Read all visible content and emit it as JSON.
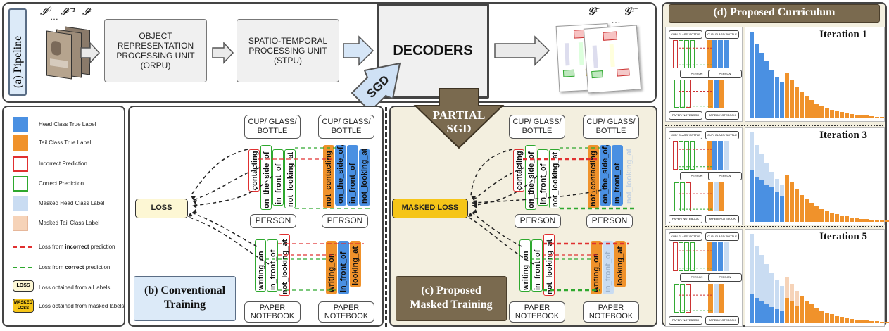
{
  "pipeline": {
    "label": "(a) Pipeline",
    "frame_labels": [
      "𝓘⁰",
      "…",
      "𝓘ᵗ⁻¹",
      "𝓘ᵗ"
    ],
    "orpu": "OBJECT REPRESENTATION PROCESSING UNIT (ORPU)",
    "stpu": "SPATIO-TEMPORAL PROCESSING UNIT (STPU)",
    "decoders": "DECODERS",
    "graph_labels": [
      "𝓖ᵗ̄",
      "…",
      "𝓖ᵀ̄"
    ],
    "sgd": "SGD",
    "partial_sgd_1": "PARTIAL",
    "partial_sgd_2": "SGD"
  },
  "legend": [
    {
      "label": "Head Class True Label",
      "kind": "head"
    },
    {
      "label": "Tail Class True Label",
      "kind": "tail"
    },
    {
      "label": "Incorrect Prediction",
      "kind": "incorrect"
    },
    {
      "label": "Correct Prediction",
      "kind": "correct"
    },
    {
      "label": "Masked Head Class Label",
      "kind": "masked-head"
    },
    {
      "label": "Masked Tail Class Label",
      "kind": "masked-tail"
    },
    {
      "label_prefix": "Loss from ",
      "label_bold": "incorrect",
      "label_suffix": " prediction",
      "kind": "loss-incorrect"
    },
    {
      "label_prefix": "Loss from ",
      "label_bold": "correct",
      "label_suffix": " prediction",
      "kind": "loss-correct"
    },
    {
      "label": "Loss obtained from all labels",
      "kind": "loss-all",
      "badge": "LOSS"
    },
    {
      "label": "Loss obtained from masked labels",
      "kind": "loss-masked",
      "badge_1": "MASKED",
      "badge_2": "LOSS"
    }
  ],
  "conventional": {
    "title_1": "(b) Conventional",
    "title_2": "Training",
    "loss": "LOSS",
    "cup": [
      "CUP/ GLASS/",
      "BOTTLE"
    ],
    "person": "PERSON",
    "paper": [
      "PAPER",
      "NOTEBOOK"
    ],
    "pred_top": [
      "contacting",
      "on_the_side_of",
      "in_front_of",
      "not_looking_at"
    ],
    "true_top": [
      "not_contacting",
      "on_the_side_of,",
      "in_front_of",
      "not_looking_at"
    ],
    "pred_bottom": [
      "writing_on",
      "in_front_of",
      "not_looking_at"
    ],
    "true_bottom": [
      "writing_on",
      "in_front_of",
      "looking_at"
    ]
  },
  "masked": {
    "title_1": "(c) Proposed",
    "title_2": "Masked Training",
    "loss": "MASKED LOSS",
    "cup": [
      "CUP/ GLASS/",
      "BOTTLE"
    ],
    "person": "PERSON",
    "paper": [
      "PAPER",
      "NOTEBOOK"
    ],
    "pred_top": [
      "contacting",
      "on_the_side_of",
      "in_front_of",
      "not_looking_at"
    ],
    "true_top": [
      "not_contacting",
      "on_the_side_of,",
      "in_front_of",
      "not_looking_at"
    ],
    "pred_bottom": [
      "writing_on",
      "in_front_of",
      "not_looking_at"
    ],
    "true_bottom": [
      "writing_on",
      "in_front_of",
      "looking_at"
    ]
  },
  "curriculum": {
    "title": "(d) Proposed Curriculum",
    "iterations": [
      "Iteration 1",
      "Iteration 3",
      "Iteration 5"
    ],
    "mini_labels": [
      "CUP/ GLASS/ BOTTLE",
      "CUP/ GLASS/ BOTTLE",
      "PERSON",
      "PERSON",
      "PAPER/ NOTEBOOK",
      "PAPER/ NOTEBOOK"
    ]
  },
  "colors": {
    "head": "#4a90e2",
    "tail": "#f0922b",
    "masked_head": "#c9dcf2",
    "masked_tail": "#f6d3b8",
    "incorrect": "#e03030",
    "correct": "#2ea82e",
    "header_brown": "#7a6a4f",
    "panel_beige": "#f3efdf",
    "loss_yellow": "#fdf7d4",
    "masked_loss_gold": "#f5c518"
  }
}
